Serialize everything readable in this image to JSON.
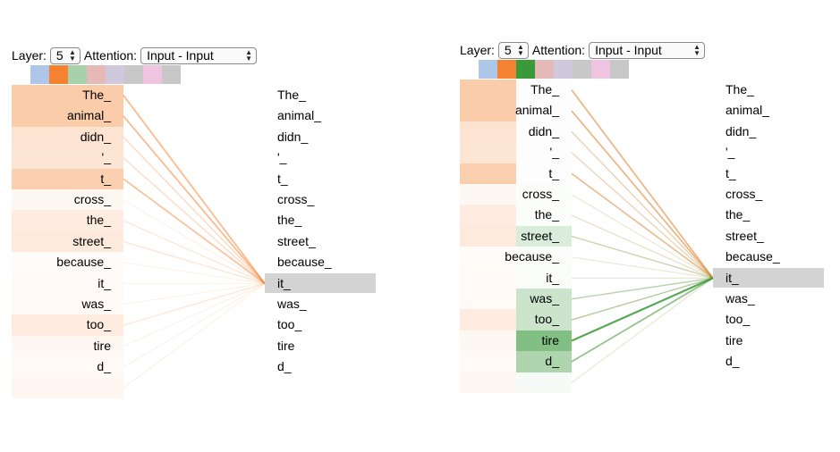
{
  "controls": {
    "layer_label": "Layer:",
    "layer_value": "5",
    "attention_label": "Attention:",
    "attention_value": "Input - Input"
  },
  "head_colors": [
    "#aec7e8",
    "#f58231",
    "#a9d1a9",
    "#e6b9b9",
    "#d0c8dc",
    "#c8c8c8",
    "#f0c4e0",
    "#c7c7c7"
  ],
  "tokens": [
    "The_",
    "animal_",
    "didn_",
    "'_",
    "t_",
    "cross_",
    "the_",
    "street_",
    "because_",
    "it_",
    "was_",
    "too_",
    "tire",
    "d_"
  ],
  "selected_token_index": 9,
  "panels": [
    {
      "id": "left",
      "active_heads": [
        1
      ],
      "head_colors_active": [
        "#f58231"
      ],
      "attention": [
        [
          0.55,
          0.55,
          0.3,
          0.28,
          0.5,
          0.08,
          0.2,
          0.22,
          0.04,
          0.06,
          0.06,
          0.2,
          0.08,
          0.06,
          0.1
        ]
      ]
    },
    {
      "id": "right",
      "active_heads": [
        1,
        2
      ],
      "head_colors_active": [
        "#f58231",
        "#3a9a3a"
      ],
      "attention": [
        [
          0.55,
          0.55,
          0.3,
          0.28,
          0.5,
          0.08,
          0.2,
          0.22,
          0.04,
          0.06,
          0.06,
          0.2,
          0.08,
          0.06,
          0.1
        ],
        [
          0.02,
          0.02,
          0.02,
          0.02,
          0.02,
          0.03,
          0.03,
          0.25,
          0.04,
          0.04,
          0.35,
          0.35,
          0.85,
          0.55,
          0.05
        ]
      ]
    }
  ]
}
